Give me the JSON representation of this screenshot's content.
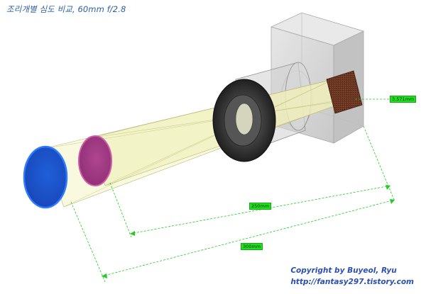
{
  "title": "조리개별 심도 비교, 60mm f/2.8",
  "dimensions": {
    "sensor_offset": "3.571mm",
    "focus_near": "250mm",
    "focus_far": "300mm"
  },
  "credits": {
    "copyright": "Copyright by Buyeol, Ryu",
    "url": "http://fantasy297.tistory.com"
  },
  "colors": {
    "title_text": "#2b5fa6",
    "credit_text": "#2a4fb5",
    "dimension_line": "#22cc22",
    "dimension_label_bg": "#22dd22",
    "far_disc": "#1e5ad0",
    "near_disc": "#b0408e",
    "light_cone": "#f3f3c0",
    "lens_body": "#2a2a2a",
    "camera_body": "#bdbdbd",
    "sensor": "#6a3622"
  }
}
